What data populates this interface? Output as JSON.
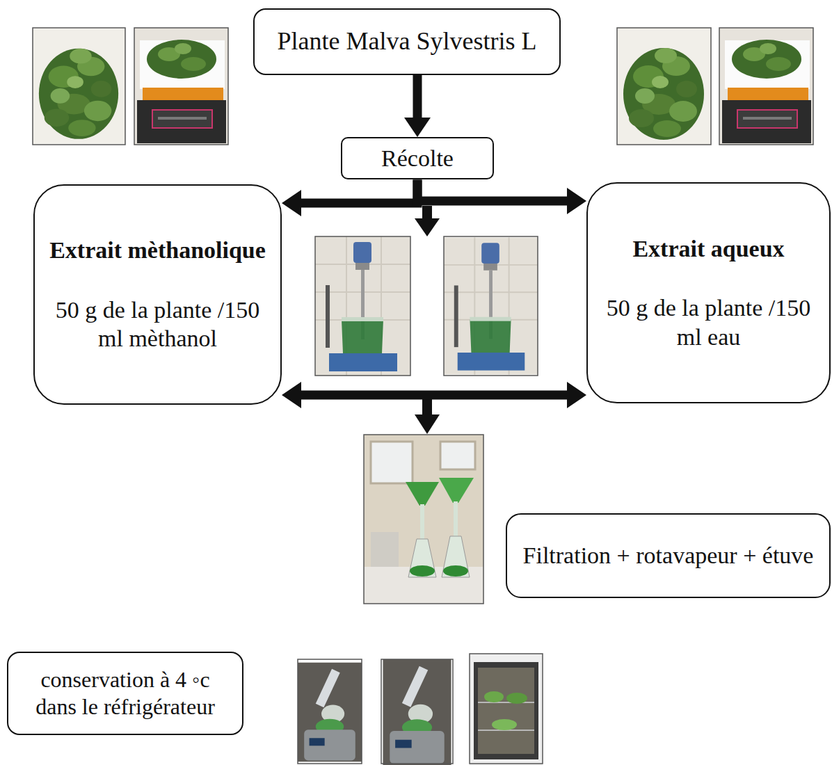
{
  "diagram": {
    "nodes": [
      {
        "text": [
          "Plante Malva Sylvestris L"
        ]
      },
      {
        "text": [
          "Récolte"
        ]
      },
      {
        "text": [
          "Extrait mèthanolique",
          "50 g de la plante /150 ml mèthanol"
        ]
      },
      {
        "text": [
          "Extrait aqueux",
          "50 g de la plante /150 ml eau"
        ]
      },
      {
        "text": [
          "Filtration + rotavapeur + étuve"
        ]
      },
      {
        "text": [
          "conservation à 4 ◦c dans le réfrigérateur"
        ]
      }
    ],
    "edges": [
      {
        "from": 0,
        "to": 1,
        "arrow": "to"
      },
      {
        "from": 1,
        "to": 2,
        "arrow": "to"
      },
      {
        "from": 1,
        "to": 3,
        "arrow": "to"
      },
      {
        "from": 2,
        "to": 3,
        "arrow": "both"
      }
    ]
  }
}
